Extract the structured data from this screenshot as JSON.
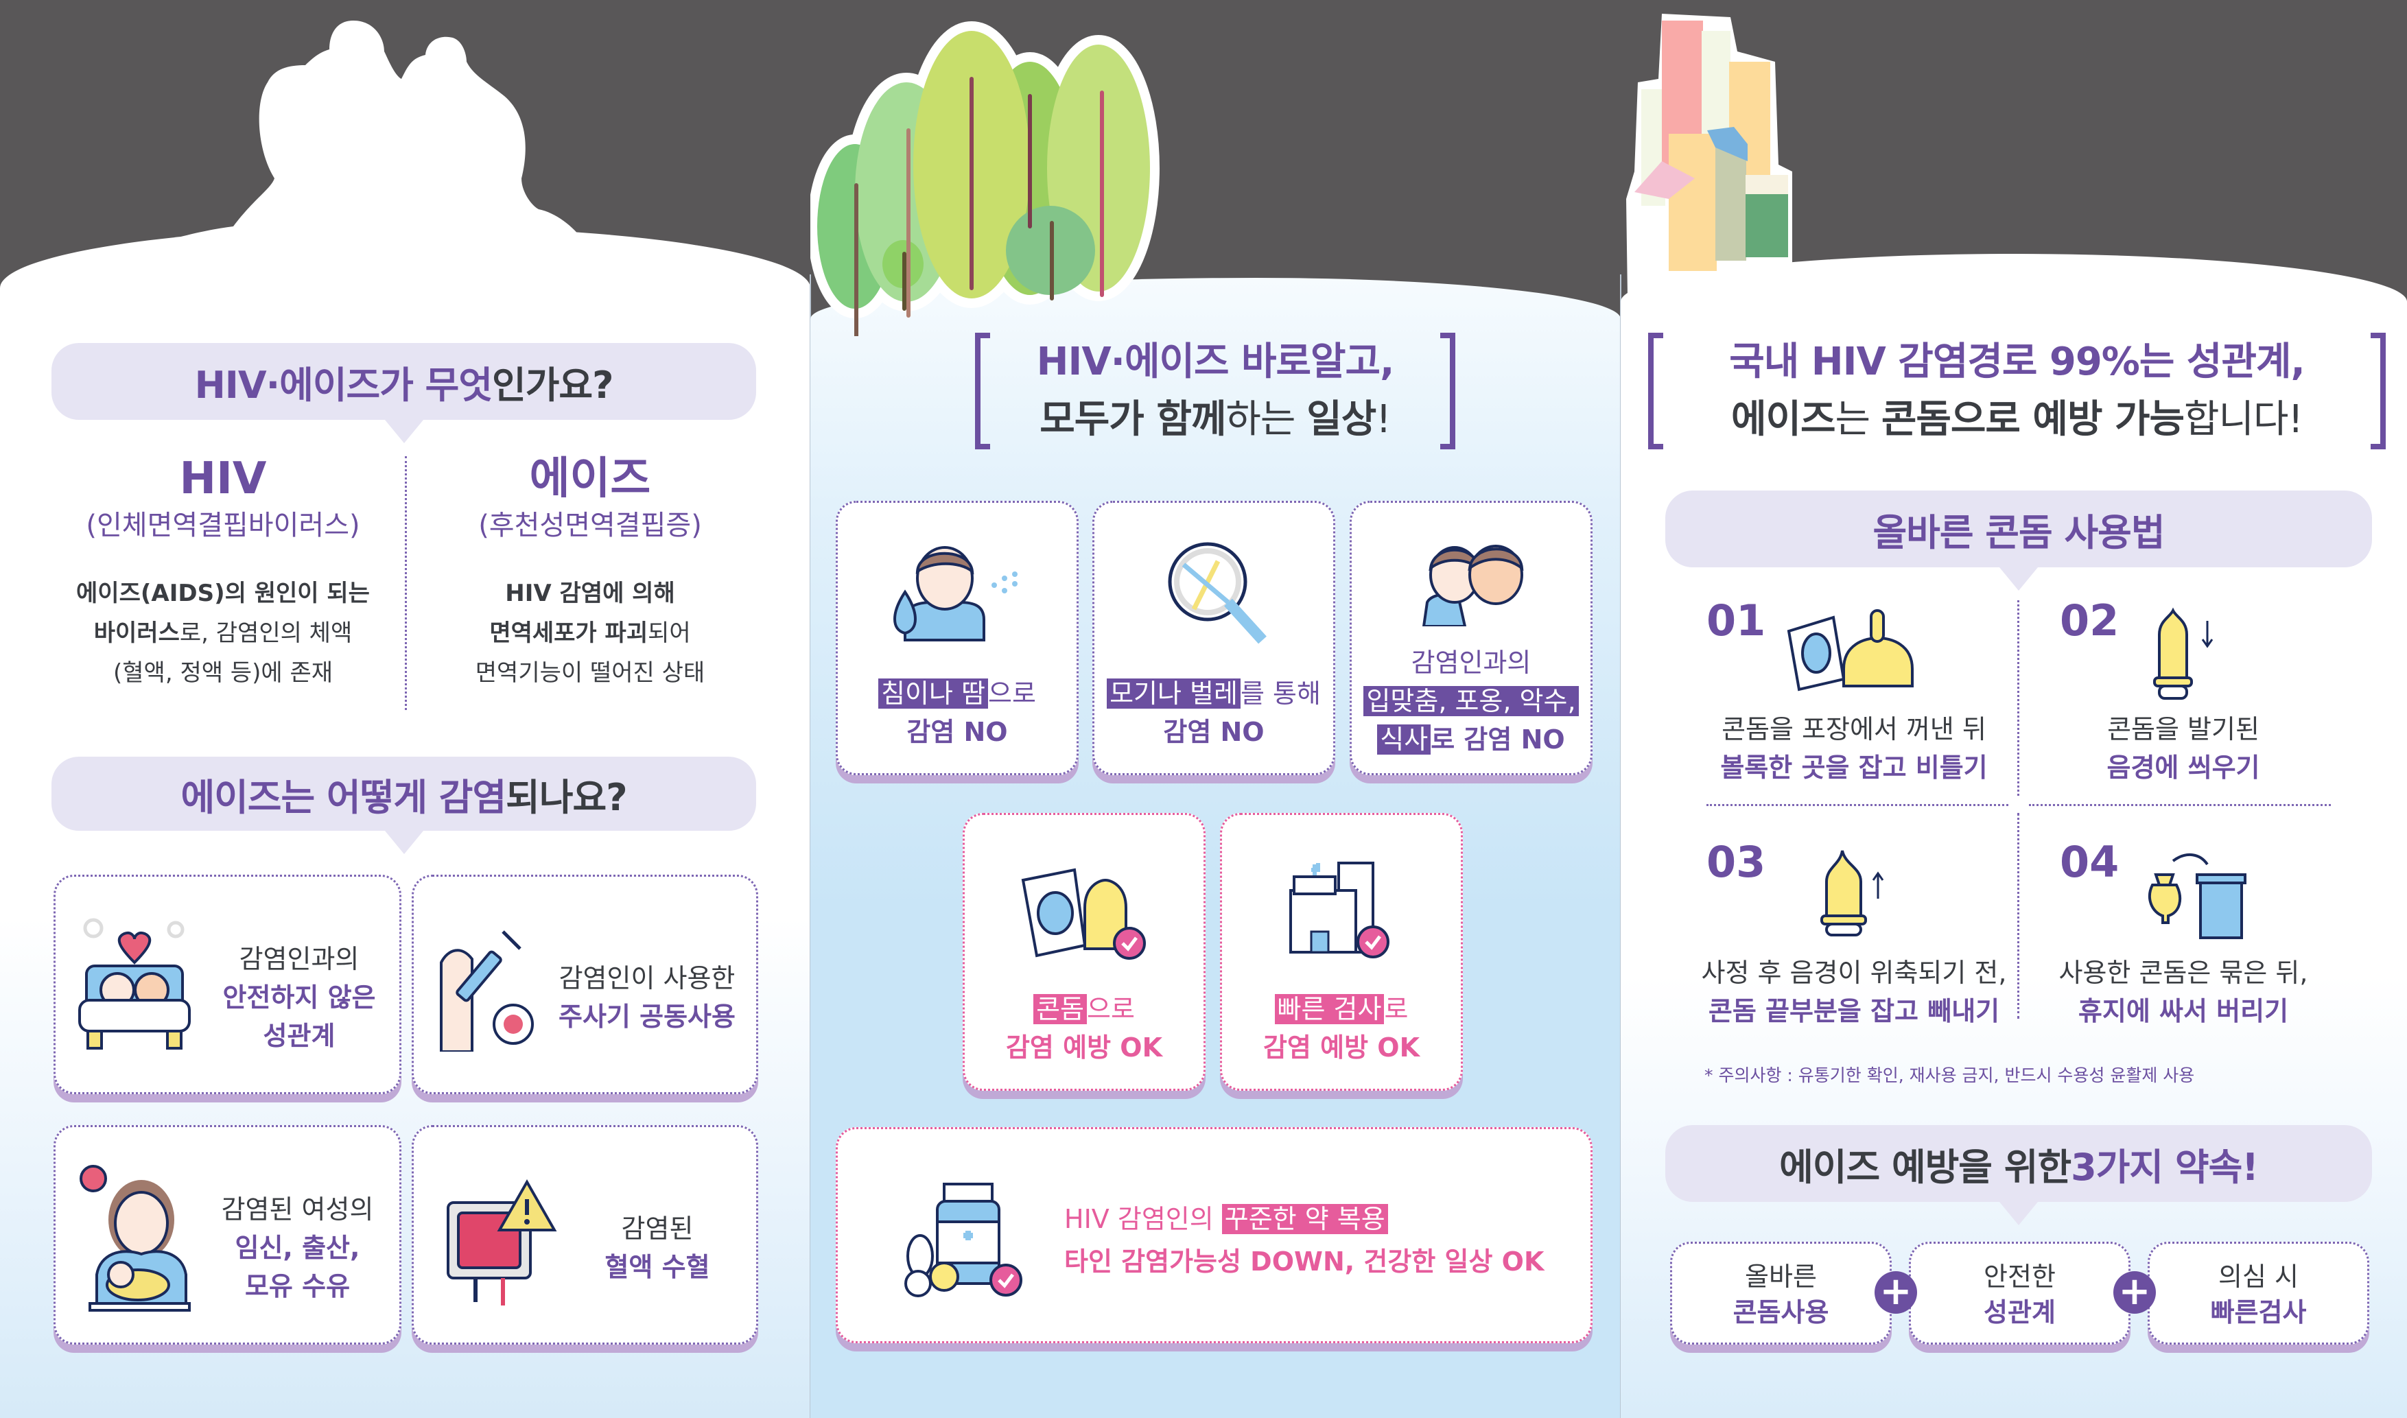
{
  "colors": {
    "background_dark": "#595758",
    "accent_purple": "#6b4fa0",
    "accent_pink": "#e65c9c",
    "bubble_bg": "#e6e4f3",
    "sky_blue": "#c9e5f7",
    "text_dark": "#3a3d42"
  },
  "left_panel": {
    "illustration": "two-people-silhouette-icon",
    "what_is": {
      "title_part1": "HIV·에이즈가 무엇",
      "title_part2": "인가요?",
      "hiv": {
        "heading": "HIV",
        "subheading": "(인체면역결핍바이러스)",
        "line1_bold": "에이즈(AIDS)의 원인이 되는",
        "line2_bold": "바이러스",
        "line2_rest": "로, 감염인의 체액",
        "line3": "(혈액, 정액 등)에 존재"
      },
      "aids": {
        "heading": "에이즈",
        "subheading": "(후천성면역결핍증)",
        "line1_bold": "HIV 감염에 의해",
        "line2_bold": "면역세포가 파괴",
        "line2_rest": "되어",
        "line3": "면역기능이 떨어진 상태"
      }
    },
    "how_infected": {
      "title_part1": "에이즈는 어떻게 감염",
      "title_part2": "되나요?",
      "cards": [
        {
          "icon": "couple-in-bed-icon",
          "line1": "감염인과의",
          "line2": "안전하지 않은",
          "line3": "성관계"
        },
        {
          "icon": "syringe-icon",
          "line1": "감염인이 사용한",
          "line2": "주사기 공동사용",
          "line3": ""
        },
        {
          "icon": "mother-breastfeeding-icon",
          "line1": "감염된 여성의",
          "line2": "임신, 출산,",
          "line3": "모유 수유"
        },
        {
          "icon": "blood-bag-warning-icon",
          "line1": "감염된",
          "line2": "혈액 수혈",
          "line3": ""
        }
      ]
    }
  },
  "middle_panel": {
    "illustration": "trees-icon",
    "title": {
      "line1": "HIV·에이즈 바로알고,",
      "line2_a": "모두가 함께",
      "line2_b": "하는 ",
      "line2_c": "일상",
      "line2_d": "!"
    },
    "no_cards": [
      {
        "icon": "sweat-saliva-icon",
        "pre": "",
        "highlight": "침이나 땀",
        "rest": "으로",
        "line2": "감염 NO"
      },
      {
        "icon": "mosquito-magnifier-icon",
        "pre": "",
        "highlight": "모기나 벌레",
        "rest": "를 통해",
        "line2": "감염 NO"
      },
      {
        "icon": "two-friends-icon",
        "pre": "감염인과의",
        "highlight": "입맞춤, 포옹, 악수,",
        "highlight2": "식사",
        "rest": "로 감염 NO"
      }
    ],
    "ok_cards": [
      {
        "icon": "condom-check-icon",
        "highlight": "콘돔",
        "rest": "으로",
        "line2": "감염 예방 OK"
      },
      {
        "icon": "hospital-check-icon",
        "highlight": "빠른 검사",
        "rest": "로",
        "line2": "감염 예방 OK"
      }
    ],
    "wide_card": {
      "icon": "medicine-bottle-check-icon",
      "line1_pre": "HIV 감염인의 ",
      "line1_highlight": "꾸준한 약 복용",
      "line2": "타인 감염가능성 DOWN, 건강한 일상 OK"
    }
  },
  "right_panel": {
    "illustration": "city-buildings-icon",
    "title": {
      "line1": "국내 HIV 감염경로 99%는 성관계,",
      "line2_a": "에이즈",
      "line2_b": "는 ",
      "line2_c": "콘돔으로 예방 가능",
      "line2_d": "합니다!"
    },
    "condom_usage": {
      "title": "올바른 콘돔 사용법",
      "steps": [
        {
          "num": "01",
          "icon": "condom-package-twist-icon",
          "line1": "콘돔을 포장에서 꺼낸 뒤",
          "line2": "볼록한 곳을 잡고 비틀기"
        },
        {
          "num": "02",
          "icon": "condom-rolldown-icon",
          "line1": "콘돔을 발기된",
          "line2": "음경에 씌우기"
        },
        {
          "num": "03",
          "icon": "condom-remove-icon",
          "line1": "사정 후 음경이 위축되기 전,",
          "line2": "콘돔 끝부분을 잡고 빼내기"
        },
        {
          "num": "04",
          "icon": "trash-can-icon",
          "line1": "사용한 콘돔은 묶은 뒤,",
          "line2": "휴지에 싸서 버리기"
        }
      ],
      "note": "* 주의사항 : 유통기한 확인, 재사용 금지, 반드시 수용성 윤활제 사용"
    },
    "promises": {
      "title_a": "에이즈 예방을 위한 ",
      "title_b": "3가지 약속!",
      "items": [
        {
          "line1": "올바른",
          "line2": "콘돔사용"
        },
        {
          "line1": "안전한",
          "line2": "성관계"
        },
        {
          "line1": "의심 시",
          "line2": "빠른검사"
        }
      ],
      "plus_symbol": "+"
    }
  }
}
